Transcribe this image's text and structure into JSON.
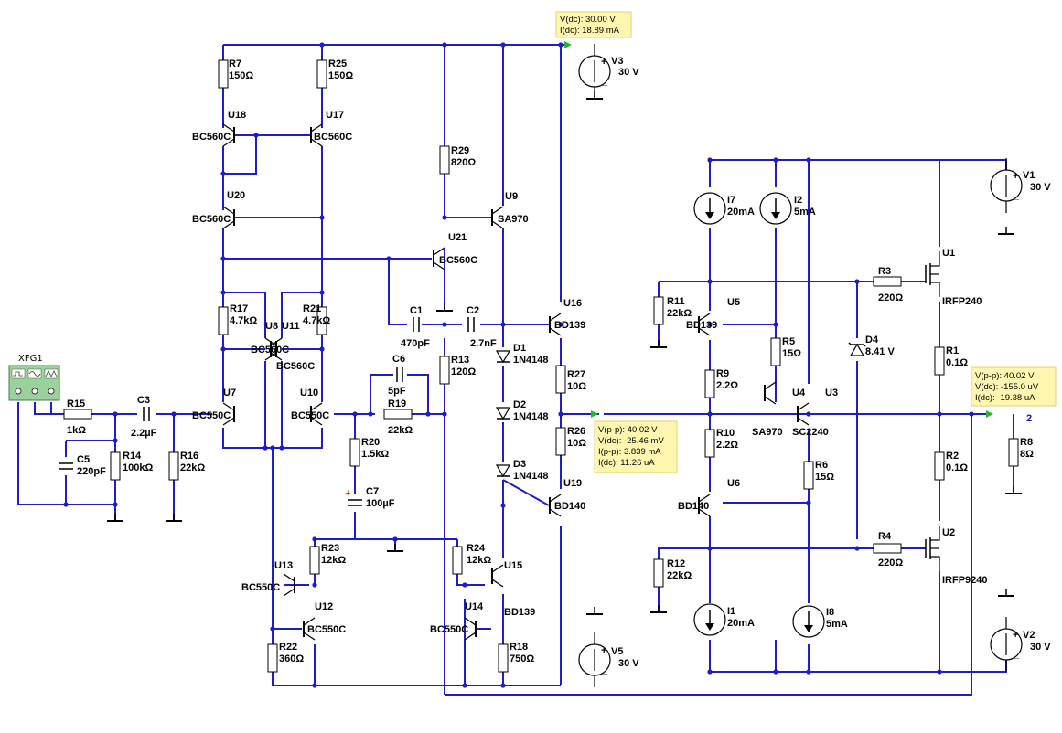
{
  "instrument": {
    "name": "XFG1"
  },
  "probes": [
    {
      "id": "probe-v3",
      "lines": [
        "V(dc): 30.00 V",
        "I(dc): 18.89 mA"
      ]
    },
    {
      "id": "probe-mid",
      "lines": [
        "V(p-p): 40.02 V",
        "V(dc): -25.46 mV",
        "I(p-p): 3.839 mA",
        "I(dc): 11.26 uA"
      ]
    },
    {
      "id": "probe-out",
      "lines": [
        "V(p-p): 40.02 V",
        "V(dc): -155.0 uV",
        "I(dc): -19.38 uA"
      ]
    }
  ],
  "net_label": "2",
  "sources": [
    {
      "id": "V3",
      "name": "V3",
      "value": "30 V"
    },
    {
      "id": "V1",
      "name": "V1",
      "value": "30 V"
    },
    {
      "id": "V5",
      "name": "V5",
      "value": "30 V"
    },
    {
      "id": "V2",
      "name": "V2",
      "value": "30 V"
    },
    {
      "id": "I7",
      "name": "I7",
      "value": "20mA"
    },
    {
      "id": "I2",
      "name": "I2",
      "value": "5mA"
    },
    {
      "id": "I1",
      "name": "I1",
      "value": "20mA"
    },
    {
      "id": "I8",
      "name": "I8",
      "value": "5mA"
    }
  ],
  "resistors": [
    {
      "id": "R7",
      "name": "R7",
      "value": "150Ω"
    },
    {
      "id": "R25",
      "name": "R25",
      "value": "150Ω"
    },
    {
      "id": "R29",
      "name": "R29",
      "value": "820Ω"
    },
    {
      "id": "R17",
      "name": "R17",
      "value": "4.7kΩ"
    },
    {
      "id": "R21",
      "name": "R21",
      "value": "4.7kΩ"
    },
    {
      "id": "R13",
      "name": "R13",
      "value": "120Ω"
    },
    {
      "id": "R15",
      "name": "R15",
      "value": "1kΩ"
    },
    {
      "id": "R14",
      "name": "R14",
      "value": "100kΩ"
    },
    {
      "id": "R16",
      "name": "R16",
      "value": "22kΩ"
    },
    {
      "id": "R19",
      "name": "R19",
      "value": "22kΩ"
    },
    {
      "id": "R20",
      "name": "R20",
      "value": "1.5kΩ"
    },
    {
      "id": "R27",
      "name": "R27",
      "value": "10Ω"
    },
    {
      "id": "R26",
      "name": "R26",
      "value": "10Ω"
    },
    {
      "id": "R23",
      "name": "R23",
      "value": "12kΩ"
    },
    {
      "id": "R24",
      "name": "R24",
      "value": "12kΩ"
    },
    {
      "id": "R22",
      "name": "R22",
      "value": "360Ω"
    },
    {
      "id": "R18",
      "name": "R18",
      "value": "750Ω"
    },
    {
      "id": "R11",
      "name": "R11",
      "value": "22kΩ"
    },
    {
      "id": "R12",
      "name": "R12",
      "value": "22kΩ"
    },
    {
      "id": "R9",
      "name": "R9",
      "value": "2.2Ω"
    },
    {
      "id": "R10",
      "name": "R10",
      "value": "2.2Ω"
    },
    {
      "id": "R5",
      "name": "R5",
      "value": "15Ω"
    },
    {
      "id": "R6",
      "name": "R6",
      "value": "15Ω"
    },
    {
      "id": "R3",
      "name": "R3",
      "value": "220Ω"
    },
    {
      "id": "R4",
      "name": "R4",
      "value": "220Ω"
    },
    {
      "id": "R1",
      "name": "R1",
      "value": "0.1Ω"
    },
    {
      "id": "R2",
      "name": "R2",
      "value": "0.1Ω"
    },
    {
      "id": "R8",
      "name": "R8",
      "value": "8Ω"
    }
  ],
  "capacitors": [
    {
      "id": "C3",
      "name": "C3",
      "value": "2.2µF"
    },
    {
      "id": "C5",
      "name": "C5",
      "value": "220pF"
    },
    {
      "id": "C1",
      "name": "C1",
      "value": "470pF"
    },
    {
      "id": "C2",
      "name": "C2",
      "value": "2.7nF"
    },
    {
      "id": "C6",
      "name": "C6",
      "value": "5pF"
    },
    {
      "id": "C7",
      "name": "C7",
      "value": "100µF"
    }
  ],
  "diodes": [
    {
      "id": "D1",
      "name": "D1",
      "value": "1N4148"
    },
    {
      "id": "D2",
      "name": "D2",
      "value": "1N4148"
    },
    {
      "id": "D3",
      "name": "D3",
      "value": "1N4148"
    },
    {
      "id": "D4",
      "name": "D4",
      "value": "8.41 V"
    }
  ],
  "transistors": [
    {
      "id": "U18",
      "name": "U18",
      "model": "BC560C"
    },
    {
      "id": "U17",
      "name": "U17",
      "model": "BC560C"
    },
    {
      "id": "U20",
      "name": "U20",
      "model": "BC560C"
    },
    {
      "id": "U9",
      "name": "U9",
      "model": "SA970"
    },
    {
      "id": "U21",
      "name": "U21",
      "model": "BC560C"
    },
    {
      "id": "U8",
      "name": "U8",
      "model": "BC560C"
    },
    {
      "id": "U11",
      "name": "U11",
      "model": "BC560C"
    },
    {
      "id": "U7",
      "name": "U7",
      "model": "BC550C"
    },
    {
      "id": "U10",
      "name": "U10",
      "model": "BC550C"
    },
    {
      "id": "U16",
      "name": "U16",
      "model": "BD139"
    },
    {
      "id": "U19",
      "name": "U19",
      "model": "BD140"
    },
    {
      "id": "U13",
      "name": "U13",
      "model": "BC550C"
    },
    {
      "id": "U12",
      "name": "U12",
      "model": "BC550C"
    },
    {
      "id": "U15",
      "name": "U15",
      "model": "BD139"
    },
    {
      "id": "U14",
      "name": "U14",
      "model": "BC550C"
    },
    {
      "id": "U5",
      "name": "U5",
      "model": "BD139"
    },
    {
      "id": "U6",
      "name": "U6",
      "model": "BD140"
    },
    {
      "id": "U4",
      "name": "U4",
      "model": "SA970"
    },
    {
      "id": "U3",
      "name": "U3",
      "model": "SC2240"
    },
    {
      "id": "U1",
      "name": "U1",
      "model": "IRFP240"
    },
    {
      "id": "U2",
      "name": "U2",
      "model": "IRFP9240"
    }
  ]
}
